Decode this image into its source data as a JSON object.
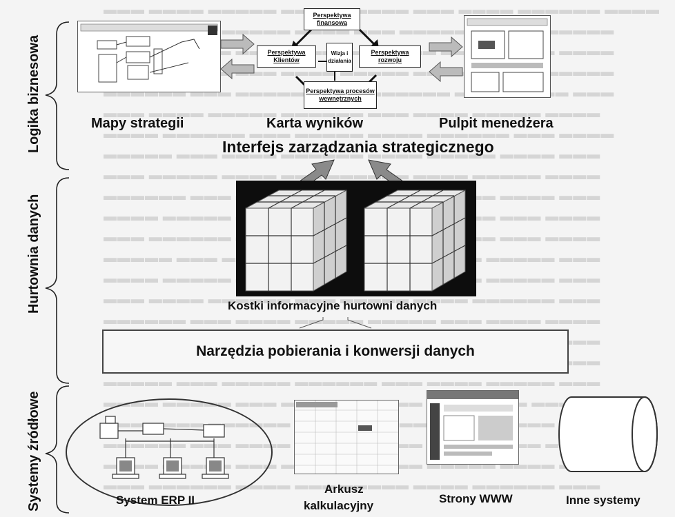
{
  "layers": {
    "business_logic": "Logika biznesowa",
    "data_warehouse": "Hurtownia danych",
    "source_systems": "Systemy źródłowe"
  },
  "top_panels": {
    "strategy_maps": "Mapy strategii",
    "scorecard": "Karta wyników",
    "dashboard": "Pulpit menedżera"
  },
  "scorecard_perspectives": {
    "financial": "Perspektywa finansowa",
    "customers": "Perspektywa Klientów",
    "growth": "Perspektywa rozwoju",
    "internal": "Perspektywa procesów wewnętrznych",
    "center": "Wizja i działania"
  },
  "interface_title": "Interfejs zarządzania strategicznego",
  "cubes_label": "Kostki informacyjne hurtowni danych",
  "tools_label": "Narzędzia pobierania i konwersji danych",
  "sources": {
    "erp": "System ERP II",
    "spreadsheet_line1": "Arkusz",
    "spreadsheet_line2": "kalkulacyjny",
    "www": "Strony WWW",
    "other": "Inne systemy"
  }
}
